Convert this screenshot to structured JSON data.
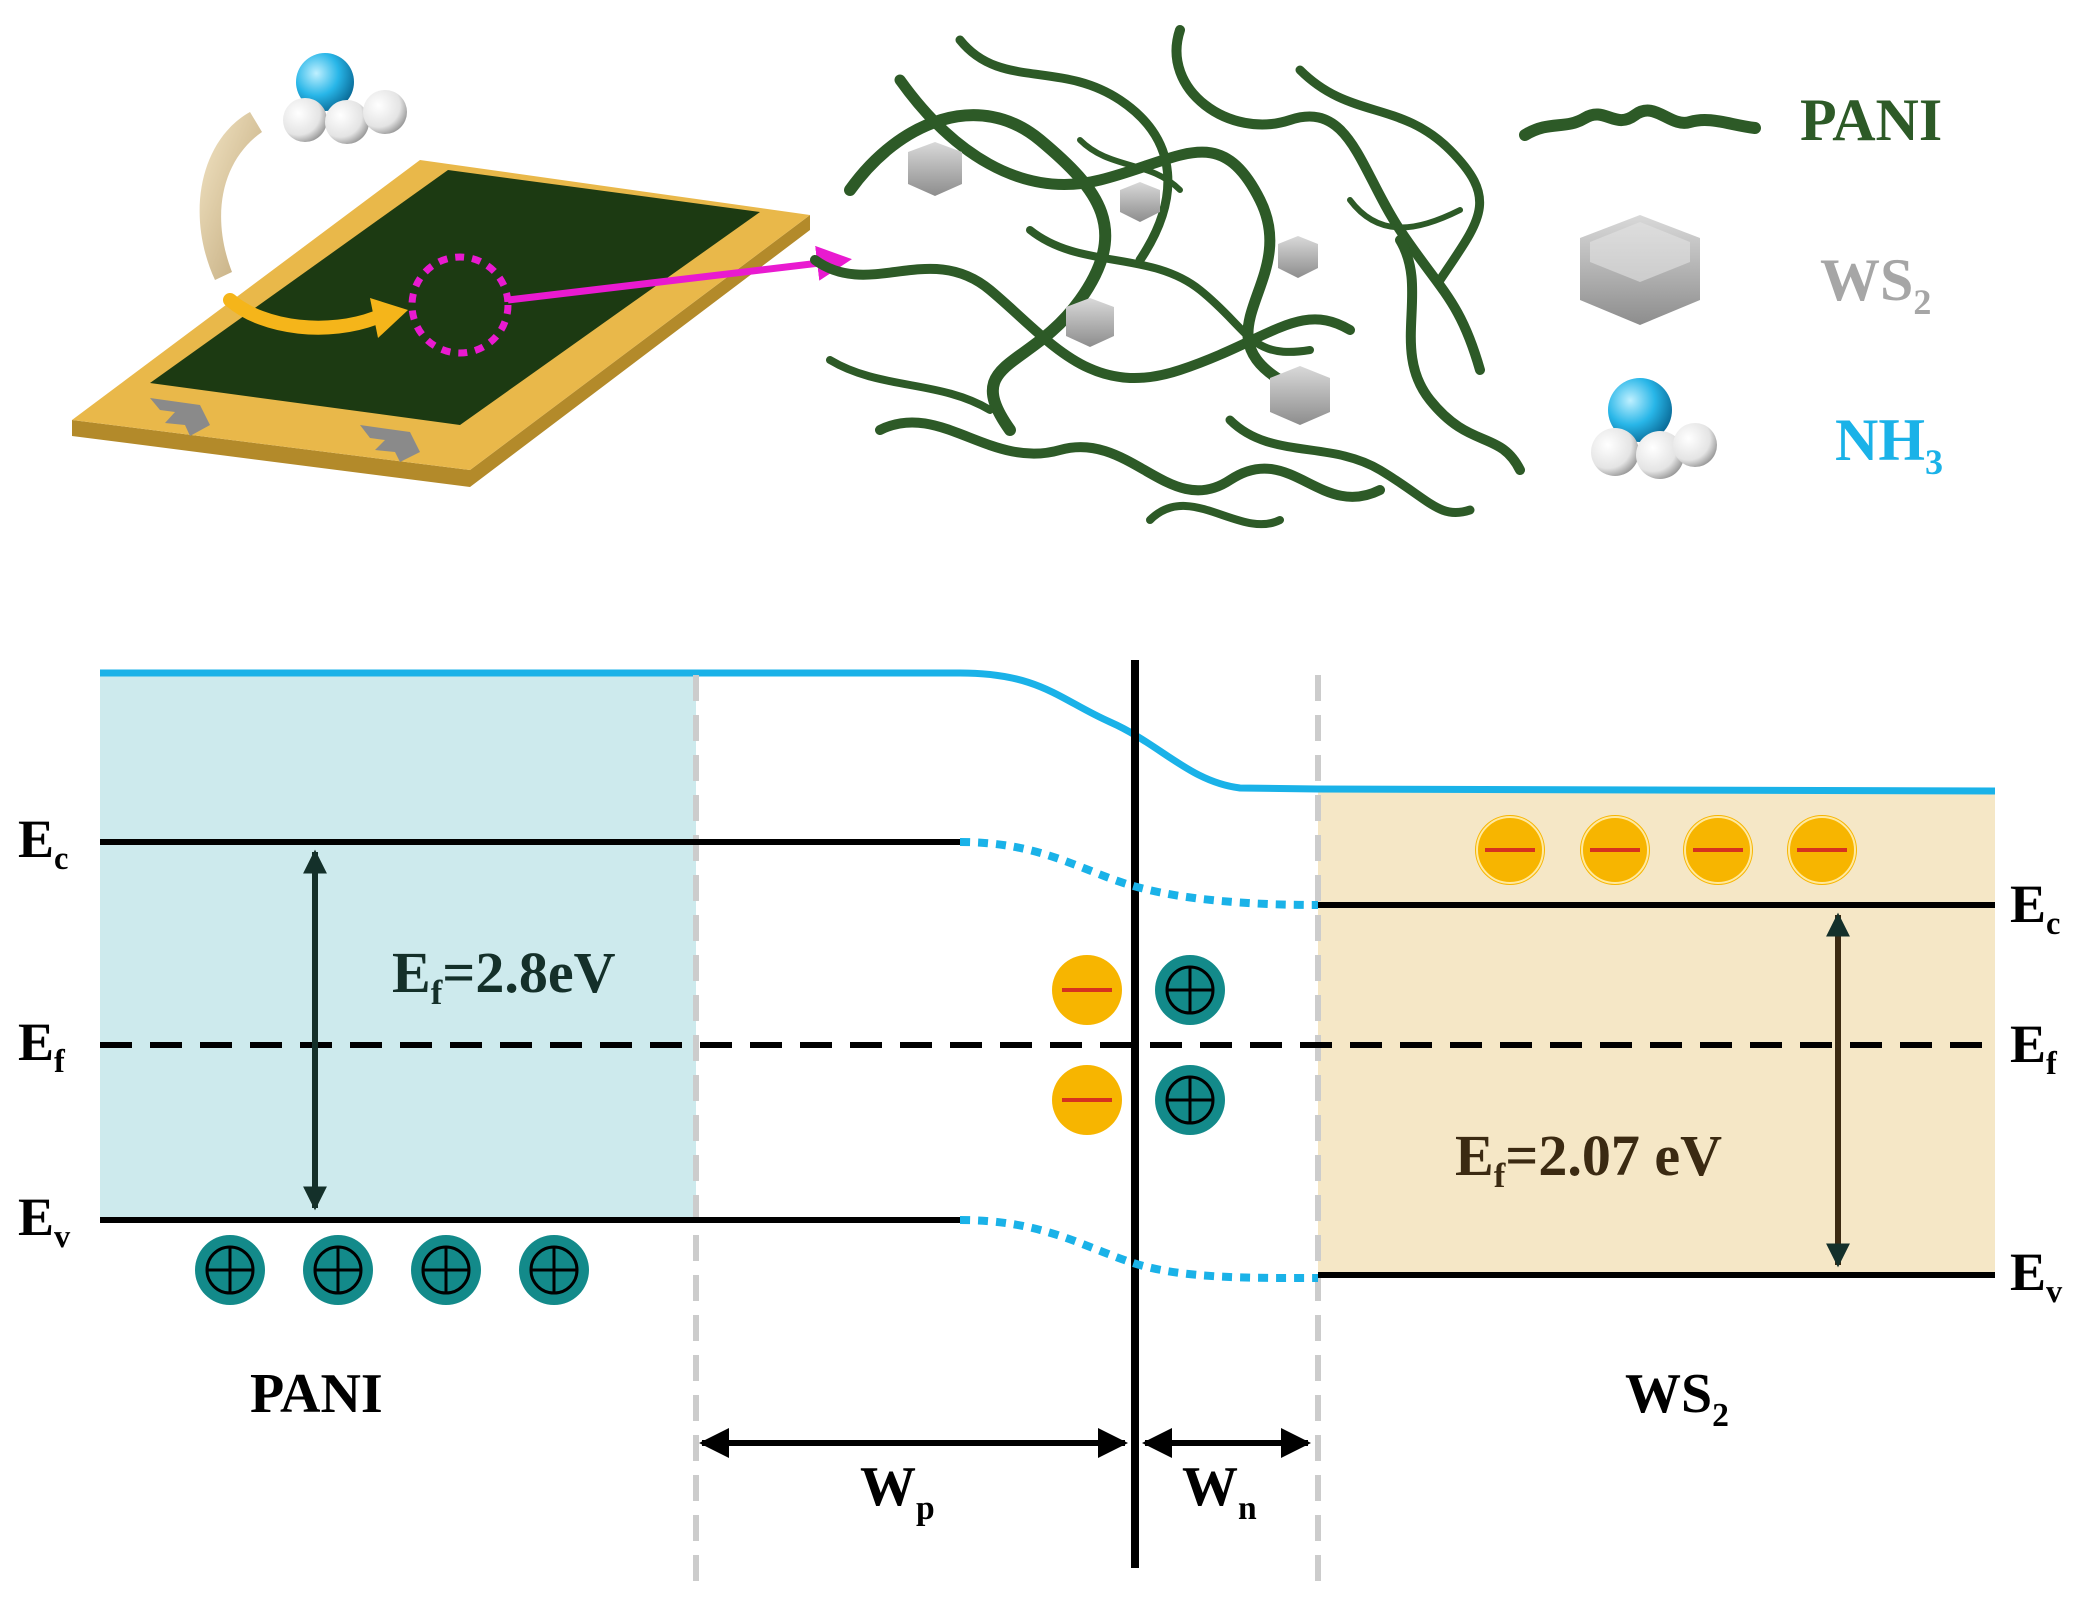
{
  "legend": {
    "items": [
      {
        "label": "PANI",
        "color": "#2d5a27"
      },
      {
        "label": "WS",
        "subscript": "2",
        "color": "#a6a6a6"
      },
      {
        "label": "NH",
        "subscript": "3",
        "color": "#1ab2e8"
      }
    ]
  },
  "band_diagram": {
    "left": {
      "name": "PANI",
      "ec_label": "E",
      "ec_sub": "c",
      "ef_label": "E",
      "ef_sub": "f",
      "ev_label": "E",
      "ev_sub": "v",
      "gap_text_prefix": "E",
      "gap_text_sub": "f",
      "gap_text_value": "=2.8eV",
      "holes_count": 4
    },
    "right": {
      "name": "WS",
      "name_sub": "2",
      "ec_label": "E",
      "ec_sub": "c",
      "ef_label": "E",
      "ef_sub": "f",
      "ev_label": "E",
      "ev_sub": "v",
      "gap_text_prefix": "E",
      "gap_text_sub": "f",
      "gap_text_value": "=2.07 eV",
      "electrons_count": 4
    },
    "depletion": {
      "wp_label": "W",
      "wp_sub": "p",
      "wn_label": "W",
      "wn_sub": "n"
    }
  },
  "colors": {
    "pani_green": "#2d5a27",
    "vacuum_line": "#1ab2e8",
    "pani_fill": "#cdeaed",
    "ws2_fill": "#f5e7c6",
    "electron": "#f7b500",
    "hole": "#138a8a",
    "arrow_magenta": "#e91ad0",
    "substrate_gold": "#e9b84a",
    "film_dark": "#1c3a12"
  }
}
